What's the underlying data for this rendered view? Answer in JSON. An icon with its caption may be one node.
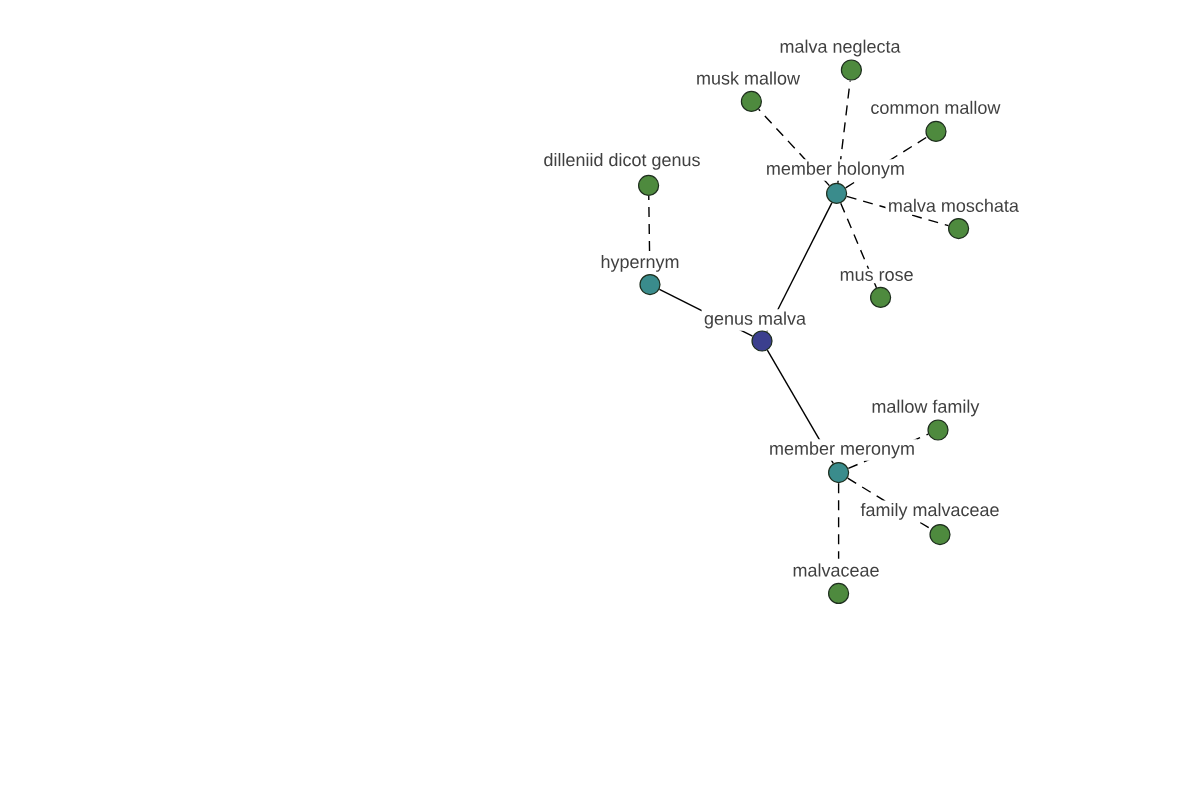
{
  "diagram": {
    "nodes": [
      {
        "text": [
          "malva neglecta"
        ]
      },
      {
        "text": [
          "musk mallow"
        ]
      },
      {
        "text": [
          "common mallow"
        ]
      },
      {
        "text": [
          "dilleniid dicot genus"
        ]
      },
      {
        "text": [
          "member holonym"
        ]
      },
      {
        "text": [
          "malva moschata"
        ]
      },
      {
        "text": [
          "hypernym"
        ]
      },
      {
        "text": [
          "mus rose"
        ]
      },
      {
        "text": [
          "genus malva"
        ]
      },
      {
        "text": [
          "mallow family"
        ]
      },
      {
        "text": [
          "member meronym"
        ]
      },
      {
        "text": [
          "family malvaceae"
        ]
      },
      {
        "text": [
          "malvaceae"
        ]
      }
    ],
    "edges": [
      {
        "from": 8,
        "to": 6,
        "arrow": "none"
      },
      {
        "from": 8,
        "to": 4,
        "arrow": "none"
      },
      {
        "from": 8,
        "to": 10,
        "arrow": "none"
      },
      {
        "from": 6,
        "to": 3,
        "arrow": "none",
        "style": "dashed"
      },
      {
        "from": 4,
        "to": 1,
        "arrow": "none",
        "style": "dashed"
      },
      {
        "from": 4,
        "to": 0,
        "arrow": "none",
        "style": "dashed"
      },
      {
        "from": 4,
        "to": 2,
        "arrow": "none",
        "style": "dashed"
      },
      {
        "from": 4,
        "to": 5,
        "arrow": "none",
        "style": "dashed"
      },
      {
        "from": 4,
        "to": 7,
        "arrow": "none",
        "style": "dashed"
      },
      {
        "from": 10,
        "to": 9,
        "arrow": "none",
        "style": "dashed"
      },
      {
        "from": 10,
        "to": 11,
        "arrow": "none",
        "style": "dashed"
      },
      {
        "from": 10,
        "to": 12,
        "arrow": "none",
        "style": "dashed"
      }
    ]
  }
}
